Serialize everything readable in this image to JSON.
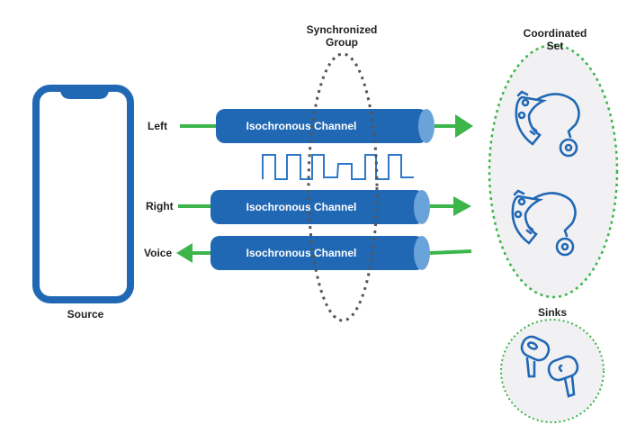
{
  "diagram": {
    "title_sync_group": [
      "Synchronized",
      "Group"
    ],
    "title_coordinated_set": [
      "Coordinated",
      "Set"
    ],
    "source_label": "Source",
    "sinks_label": "Sinks",
    "channels": [
      {
        "label": "Left",
        "text": "Isochronous Channel",
        "direction": "to-sink"
      },
      {
        "label": "Right",
        "text": "Isochronous Channel",
        "direction": "to-sink"
      },
      {
        "label": "Voice",
        "text": "Isochronous Channel",
        "direction": "to-source"
      }
    ],
    "colors": {
      "blue": "#2168b4",
      "blue_end": "#6aa3d9",
      "green": "#3cb54a",
      "gray_dash": "#555555",
      "set_bg": "#f1f1f3"
    }
  }
}
